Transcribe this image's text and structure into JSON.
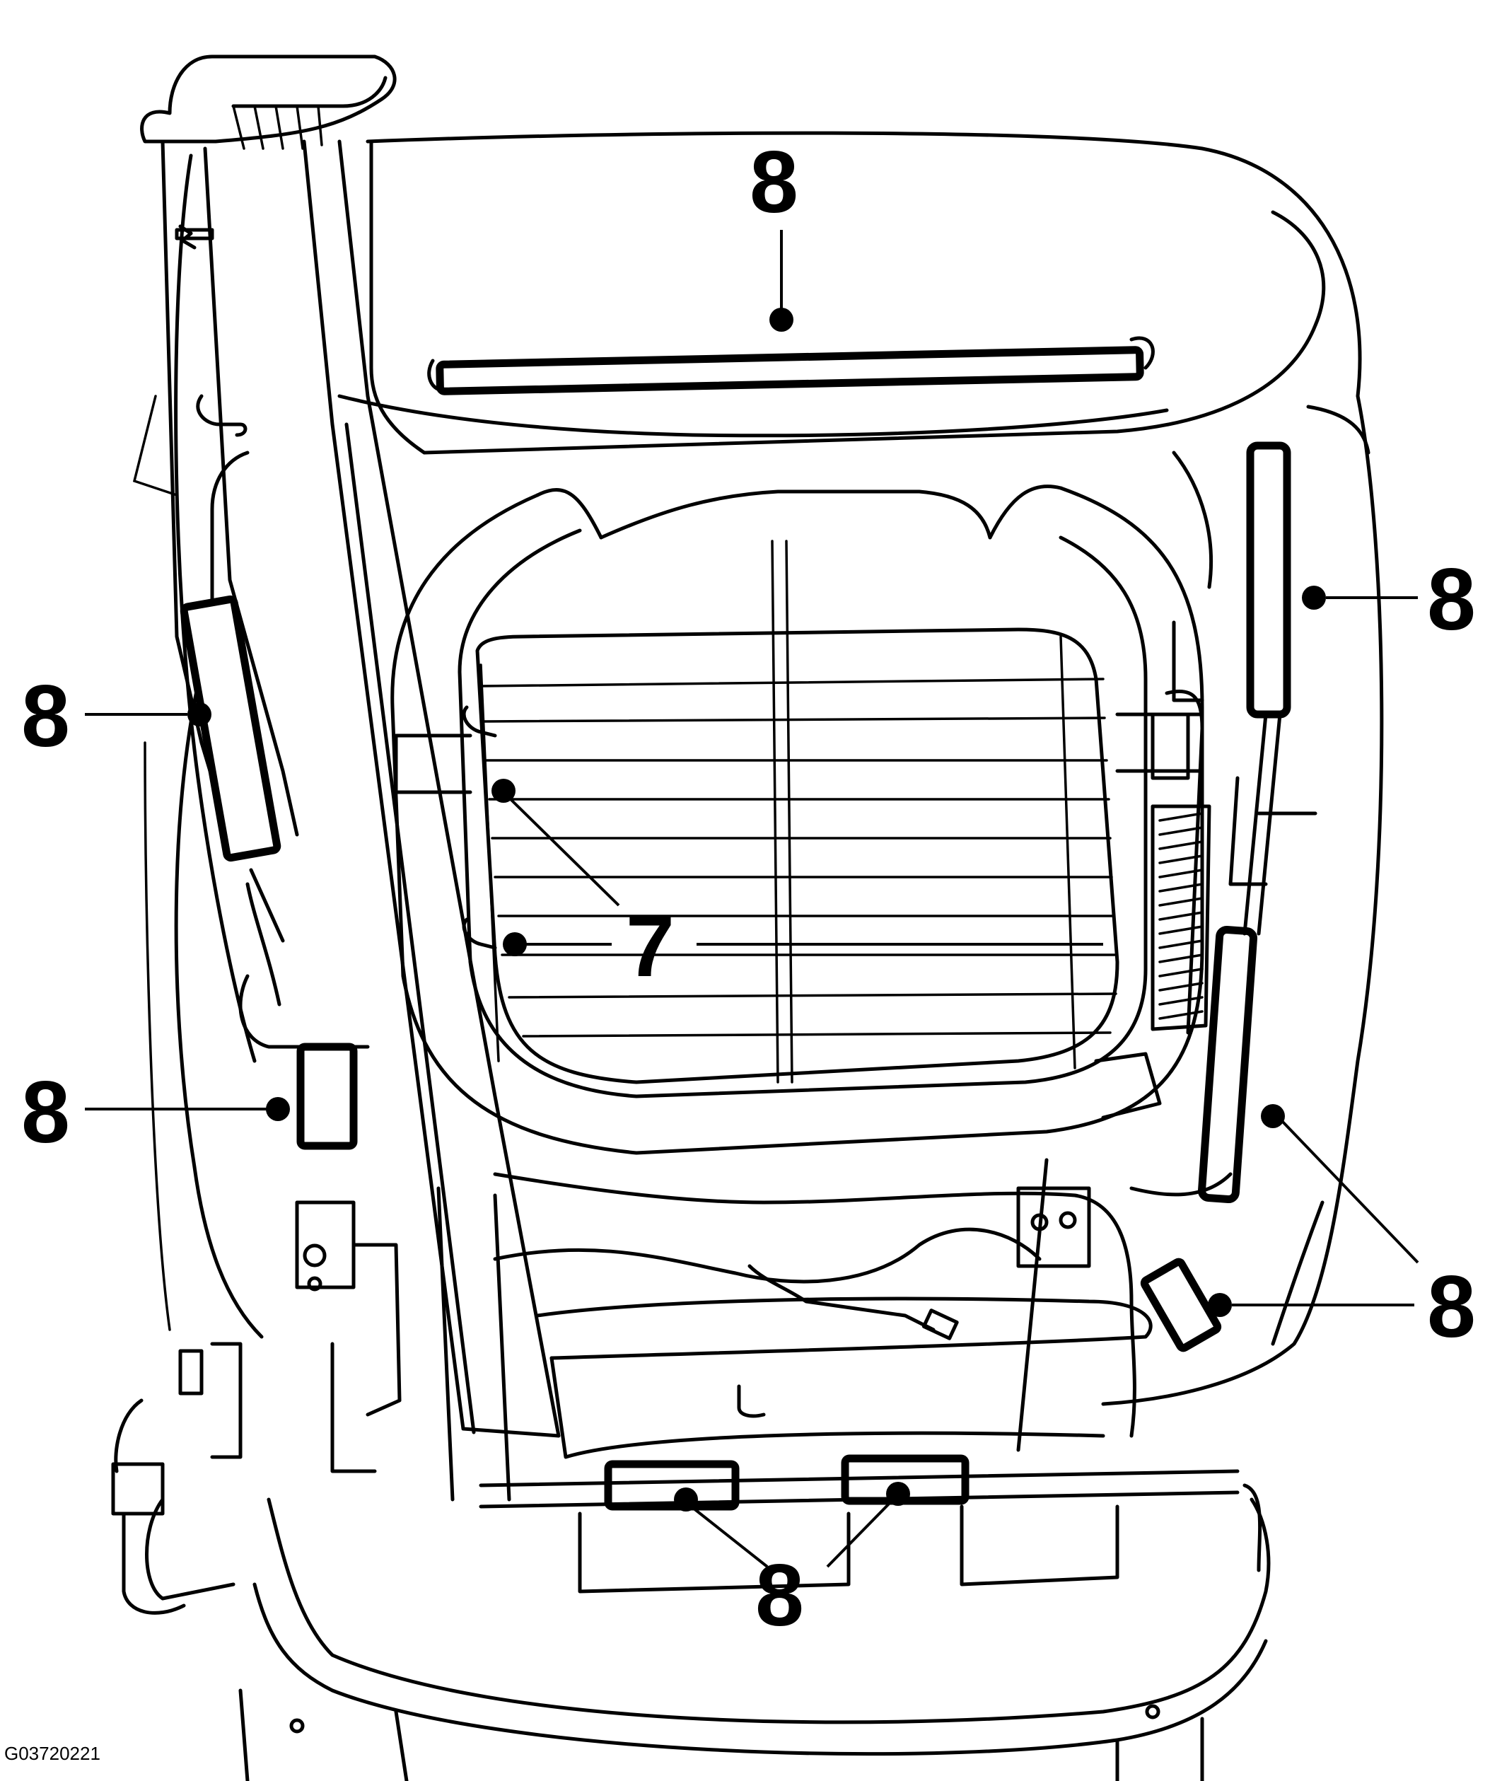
{
  "figure_id": "G03720221",
  "callouts": {
    "top": "8",
    "right_upper": "8",
    "left_upper": "8",
    "left_lower": "8",
    "right_lower": "8",
    "bottom": "8",
    "center": "7"
  }
}
